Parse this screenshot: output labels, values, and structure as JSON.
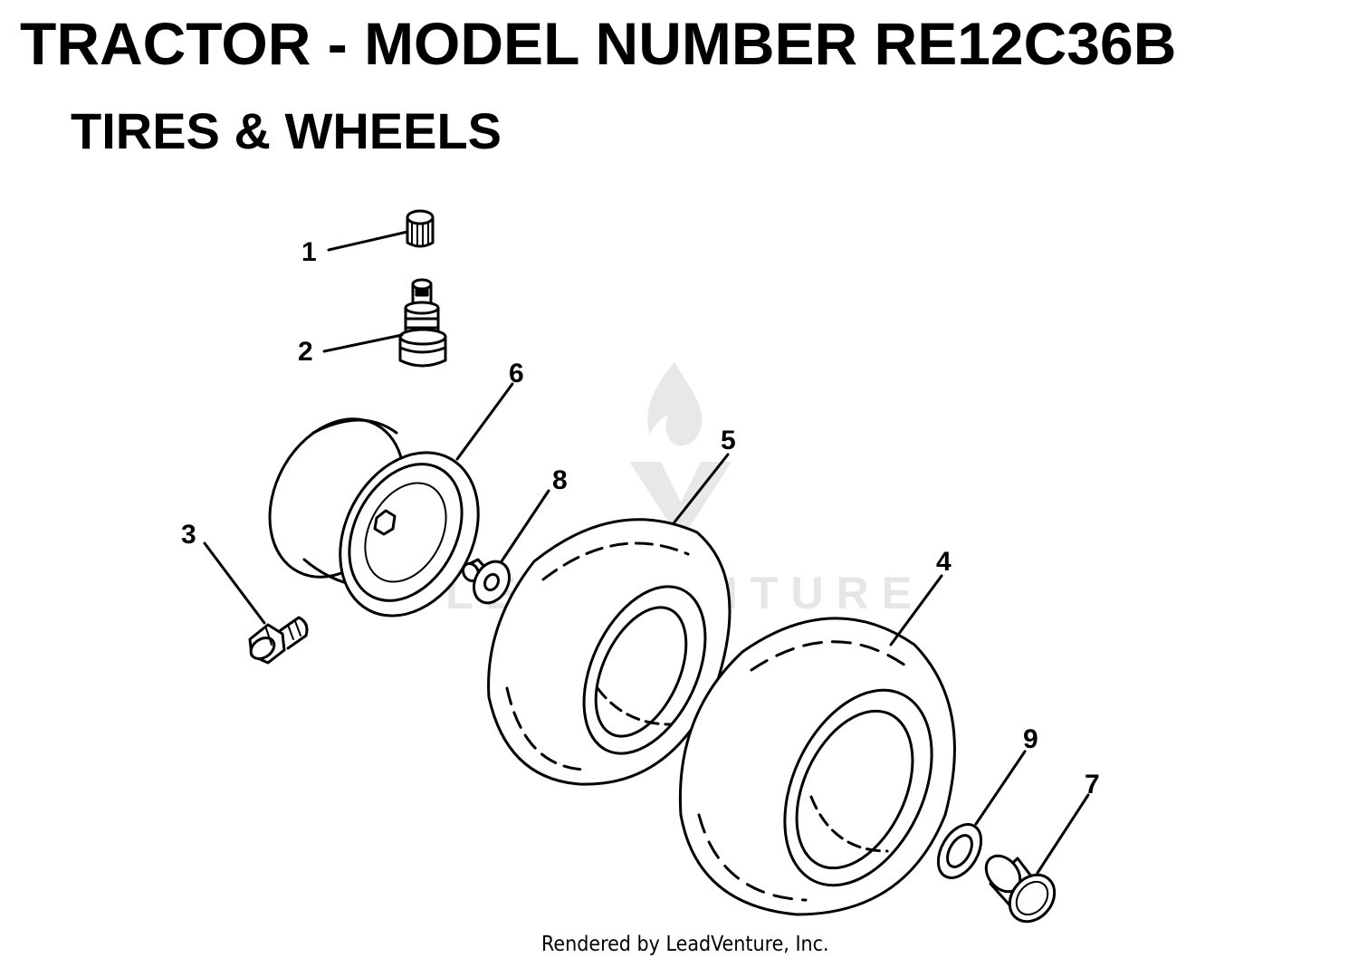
{
  "header": {
    "title": "TRACTOR  - MODEL NUMBER RE12C36B",
    "subtitle": "TIRES & WHEELS"
  },
  "watermark": {
    "text": "LEADVENTURE"
  },
  "footer": {
    "text": "Rendered by LeadVenture, Inc."
  },
  "callouts": {
    "c1": "1",
    "c2": "2",
    "c3": "3",
    "c4": "4",
    "c5": "5",
    "c6": "6",
    "c7": "7",
    "c8": "8",
    "c9": "9"
  },
  "parts": [
    {
      "callout": "1",
      "icon": "valve-cap-icon"
    },
    {
      "callout": "2",
      "icon": "valve-stem-icon"
    },
    {
      "callout": "3",
      "icon": "grease-fitting-icon"
    },
    {
      "callout": "4",
      "icon": "rear-tire-icon"
    },
    {
      "callout": "5",
      "icon": "front-tire-icon"
    },
    {
      "callout": "6",
      "icon": "wheel-rim-icon"
    },
    {
      "callout": "7",
      "icon": "cap-icon"
    },
    {
      "callout": "8",
      "icon": "bushing-icon"
    },
    {
      "callout": "9",
      "icon": "washer-icon"
    }
  ],
  "colors": {
    "ink": "#000000",
    "background": "#ffffff",
    "watermark": "#e6e6e6"
  }
}
